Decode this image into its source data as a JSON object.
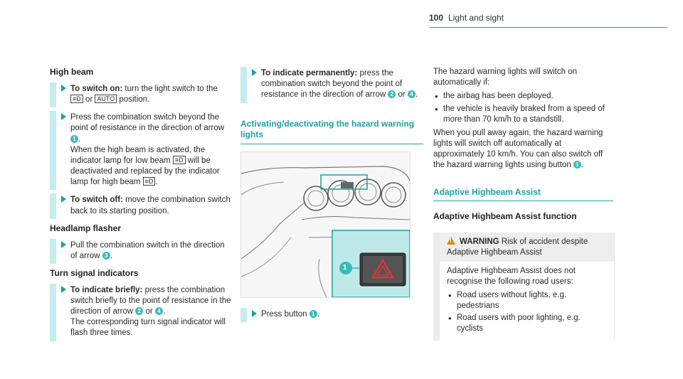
{
  "header": {
    "page_number": "100",
    "section_title": "Light and sight"
  },
  "col1": {
    "high_beam": {
      "heading": "High beam",
      "step1_bold": "To switch on:",
      "step1_text_a": " turn the light switch to the",
      "step1_sym_low": "≡D",
      "step1_text_b": " or ",
      "step1_sym_auto": "AUTO",
      "step1_text_c": " position.",
      "step2_text_a": "Press the combination switch beyond the point of resistance in the direction of arrow ",
      "step2_num": "1",
      "step2_text_b": ".",
      "step2_text_c": "When the high beam is activated, the indicator lamp for low beam ",
      "step2_sym_low": "≡D",
      "step2_text_d": " will be deactivated and replaced by the indicator lamp for high beam ",
      "step2_sym_high": "≡D",
      "step2_text_e": ".",
      "step3_bold": "To switch off:",
      "step3_text": " move the combination switch back to its starting position."
    },
    "flasher": {
      "heading": "Headlamp flasher",
      "step_text_a": "Pull the combination switch in the direction of arrow ",
      "step_num": "3",
      "step_text_b": "."
    },
    "turn": {
      "heading": "Turn signal indicators",
      "step_bold": "To indicate briefly:",
      "step_text_a": " press the combination switch briefly to the point of resistance in the direction of arrow ",
      "step_num_a": "2",
      "step_text_or": " or ",
      "step_num_b": "4",
      "step_text_b": ".",
      "step_text_c": "The corresponding turn signal indicator will flash three times."
    }
  },
  "col2": {
    "permanent_bold": "To indicate permanently:",
    "permanent_text_a": " press the combination switch beyond the point of resistance in the direction of arrow ",
    "permanent_num_a": "2",
    "permanent_text_or": " or ",
    "permanent_num_b": "4",
    "permanent_text_b": ".",
    "hazard_heading": "Activating/deactivating the hazard warning lights",
    "figure_callout": "1",
    "press_text_a": "Press button ",
    "press_num": "1",
    "press_text_b": "."
  },
  "col3": {
    "hazard_intro": "The hazard warning lights will switch on automatically if:",
    "hazard_items": [
      "the airbag has been deployed.",
      "the vehicle is heavily braked from a speed of more than 70 km/h to a standstill."
    ],
    "hazard_off_a": "When you pull away again, the hazard warning lights will switch off automatically at approximately 10 km/h. You can also switch off the hazard warning lights using button ",
    "hazard_off_num": "1",
    "hazard_off_b": ".",
    "aha_heading": "Adaptive Highbeam Assist",
    "aha_function_heading": "Adaptive Highbeam Assist function",
    "warning_label": "WARNING",
    "warning_title": " Risk of accident despite Adaptive Highbeam Assist",
    "warning_body": "Adaptive Highbeam Assist does not recognise the following road users:",
    "warning_items": [
      "Road users without lights, e.g. pedestrians",
      "Road users with poor lighting, e.g. cyclists"
    ]
  },
  "colors": {
    "accent": "#1ea0a0",
    "step_bar": "#c6eced",
    "number_badge": "#3cb9b9",
    "warning_orange": "#e08a00",
    "figure_inset": "#bfe9e9"
  }
}
